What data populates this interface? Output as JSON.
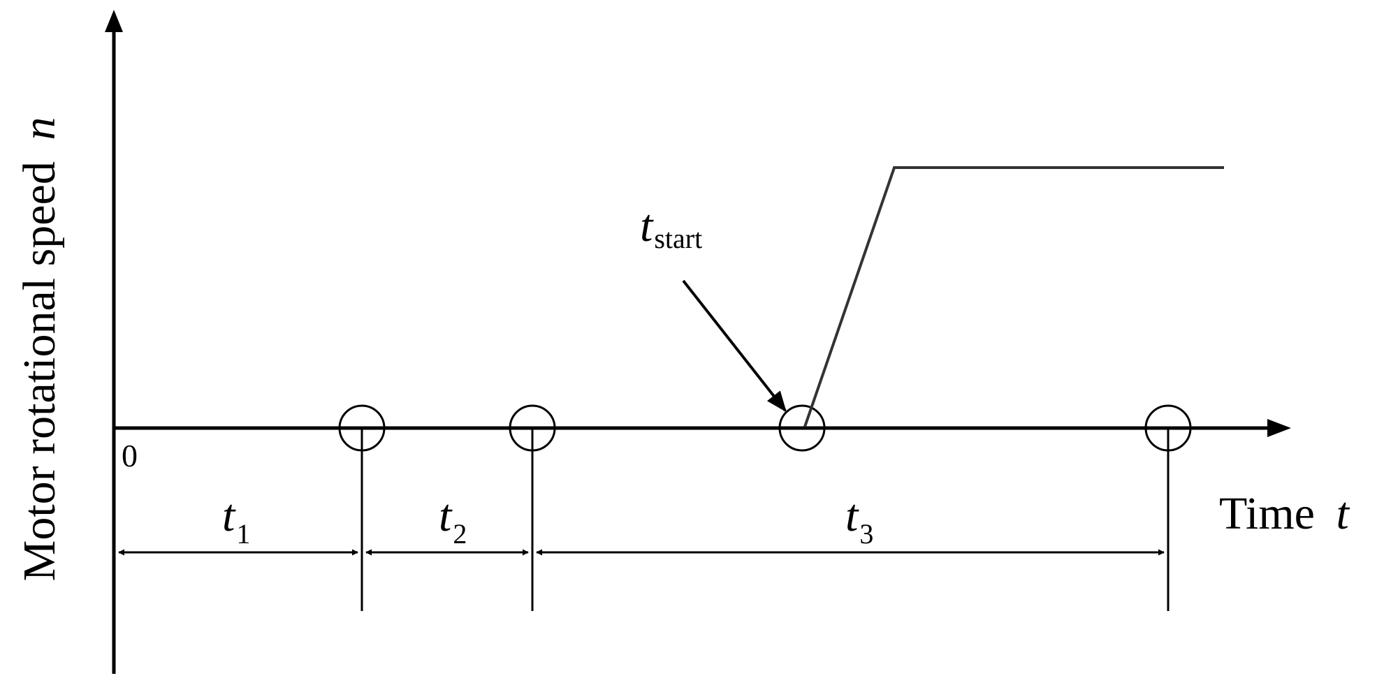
{
  "axes": {
    "y_label": "Motor rotational speed",
    "y_symbol": "n",
    "x_label": "Time",
    "x_symbol": "t",
    "origin": "0"
  },
  "intervals": [
    {
      "symbol": "t",
      "subscript": "1"
    },
    {
      "symbol": "t",
      "subscript": "2"
    },
    {
      "symbol": "t",
      "subscript": "3"
    }
  ],
  "annotation": {
    "symbol": "t",
    "subscript": "start"
  },
  "colors": {
    "ink": "#000000",
    "curve": "#333333",
    "background": "#ffffff"
  }
}
